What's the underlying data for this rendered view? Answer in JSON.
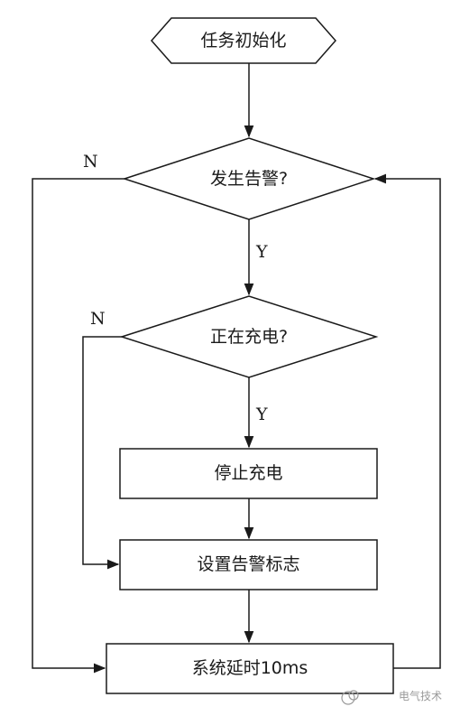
{
  "flow": {
    "start": "任务初始化",
    "decision_alarm": "发生告警?",
    "decision_charging": "正在充电?",
    "stop_charging": "停止充电",
    "set_flag": "设置告警标志",
    "delay": "系统延时10ms"
  },
  "edges": {
    "alarm_no": "N",
    "alarm_yes": "Y",
    "charging_no": "N",
    "charging_yes": "Y"
  },
  "watermark": "电气技术",
  "colors": {
    "line": "#1a1a1a",
    "fill": "#ffffff"
  }
}
